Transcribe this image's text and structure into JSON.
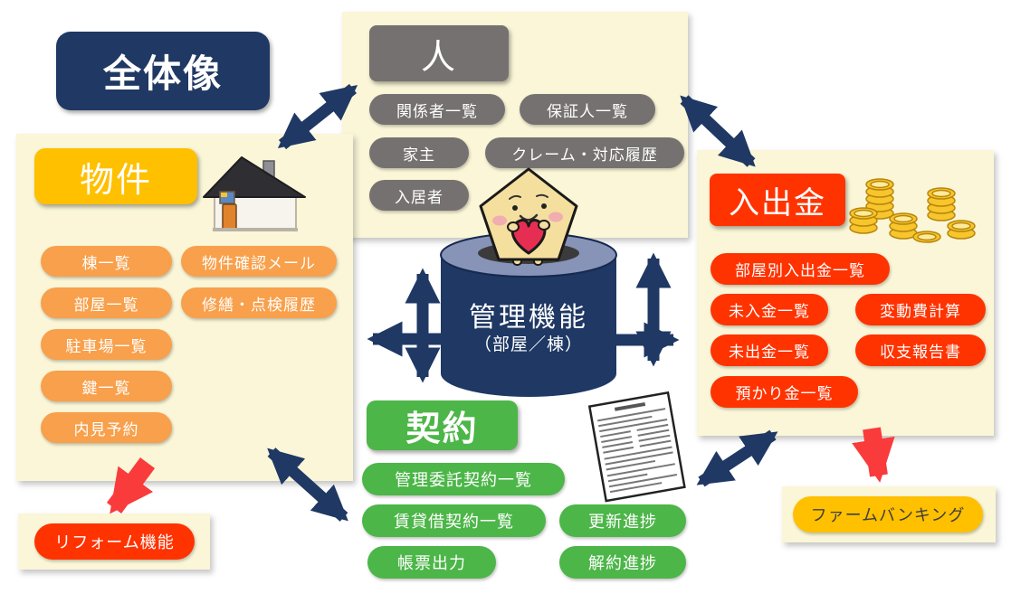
{
  "title": {
    "label": "全体像"
  },
  "people": {
    "header": "人",
    "items": [
      "関係者一覧",
      "保証人一覧",
      "家主",
      "クレーム・対応履歴",
      "入居者"
    ]
  },
  "property": {
    "header": "物件",
    "items": [
      "棟一覧",
      "物件確認メール",
      "部屋一覧",
      "修繕・点検履歴",
      "駐車場一覧",
      "鍵一覧",
      "内見予約"
    ]
  },
  "money": {
    "header": "入出金",
    "items": [
      "部屋別入出金一覧",
      "未入金一覧",
      "変動費計算",
      "未出金一覧",
      "収支報告書",
      "預かり金一覧"
    ]
  },
  "contract": {
    "header": "契約",
    "items": [
      "管理委託契約一覧",
      "賃貸借契約一覧",
      "更新進捗",
      "帳票出力",
      "解約進捗"
    ]
  },
  "core": {
    "title": "管理機能",
    "subtitle": "（部屋／棟）"
  },
  "reform": {
    "label": "リフォーム機能"
  },
  "firm_banking": {
    "label": "ファームバンキング"
  },
  "icons": {
    "property": "house-icon",
    "money": "coins-icon",
    "contract": "contract-document-icon",
    "core": "house-mascot-icon"
  },
  "colors": {
    "navy": "#1F3864",
    "cream": "#FAF6D7",
    "gray": "#767171",
    "orange": "#F8A04B",
    "gold": "#FFC000",
    "red": "#FF3300",
    "green": "#4CB648",
    "arrow_red": "#F93B3B"
  }
}
